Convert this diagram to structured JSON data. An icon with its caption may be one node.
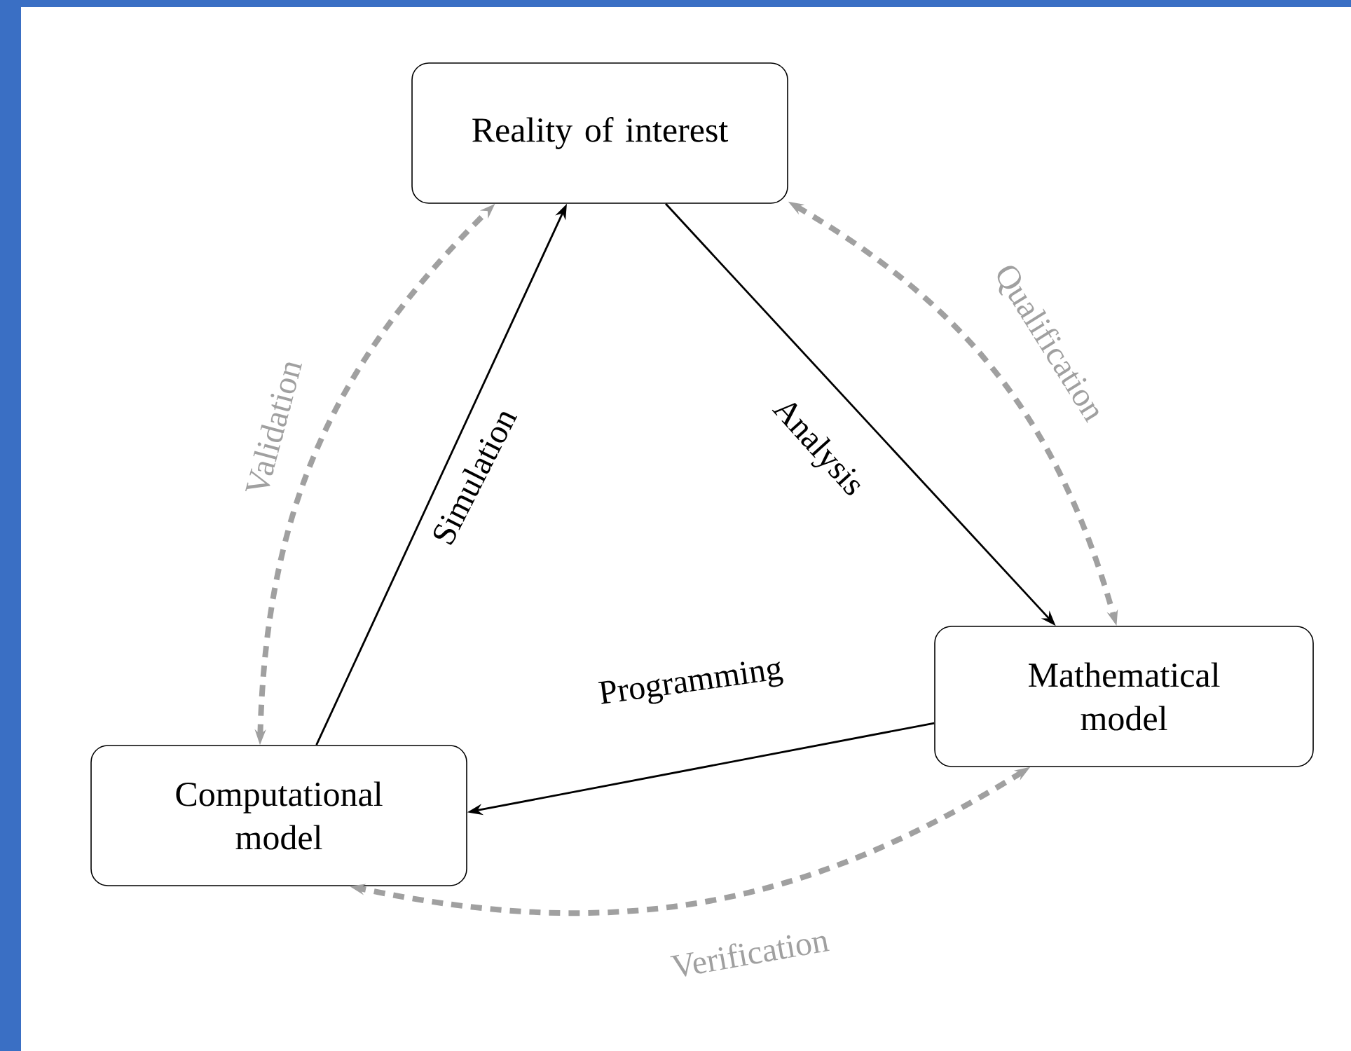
{
  "diagram": {
    "nodes": [
      {
        "text": [
          "Reality of interest"
        ]
      },
      {
        "text": [
          "Mathematical model"
        ]
      },
      {
        "text": [
          "Computational model"
        ]
      }
    ],
    "edges": [
      {
        "from": 2,
        "to": 0,
        "arrow": "to",
        "label": "Simulation"
      },
      {
        "from": 0,
        "to": 1,
        "arrow": "to",
        "label": "Analysis"
      },
      {
        "from": 1,
        "to": 2,
        "arrow": "to",
        "label": "Programming"
      },
      {
        "from": 2,
        "to": 0,
        "arrow": "both",
        "label": "Validation",
        "style": "dashed",
        "color": "#a0a0a0"
      },
      {
        "from": 0,
        "to": 1,
        "arrow": "both",
        "label": "Qualification",
        "style": "dashed",
        "color": "#a0a0a0"
      },
      {
        "from": 1,
        "to": 2,
        "arrow": "both",
        "label": "Verification",
        "style": "dashed",
        "color": "#a0a0a0"
      }
    ]
  }
}
